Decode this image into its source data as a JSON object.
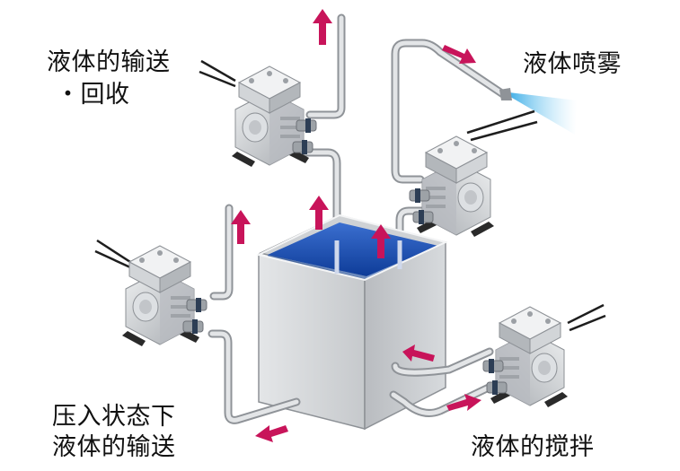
{
  "labels": {
    "transfer_recovery_line1": "液体的输送",
    "transfer_recovery_line2": "・回收",
    "spray": "液体喷雾",
    "pressurized_line1": "压入状态下",
    "pressurized_line2": "液体的输送",
    "stirring": "液体的搅拌"
  },
  "colors": {
    "arrow": "#c8145a",
    "liquid": "#1a4aa8",
    "spray": "#29a8e6",
    "pump_body": "#c9ccd0",
    "pipe": "#d9dcdf"
  }
}
